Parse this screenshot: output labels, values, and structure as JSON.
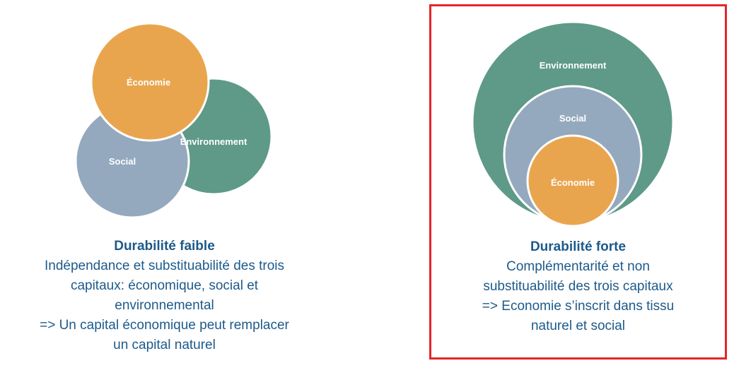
{
  "weak": {
    "title": "Durabilité faible",
    "lines": [
      "Indépendance et substituabilité des trois",
      "capitaux: économique, social et",
      "environnemental",
      "=> Un capital économique peut remplacer",
      "un capital naturel"
    ],
    "circles": {
      "economie": "Économie",
      "social": "Social",
      "environnement": "Environnement"
    }
  },
  "strong": {
    "title": "Durabilité forte",
    "lines": [
      "Complémentarité et non",
      "substituabilité des trois capitaux",
      "=> Economie s’inscrit dans tissu",
      "naturel et social"
    ],
    "circles": {
      "environnement": "Environnement",
      "social": "Social",
      "economie": "Économie"
    }
  },
  "colors": {
    "economie": "#e9a54e",
    "social": "#94a9be",
    "environnement": "#5e9a87",
    "caption": "#1d5a8a",
    "highlight_border": "#e4252b"
  }
}
